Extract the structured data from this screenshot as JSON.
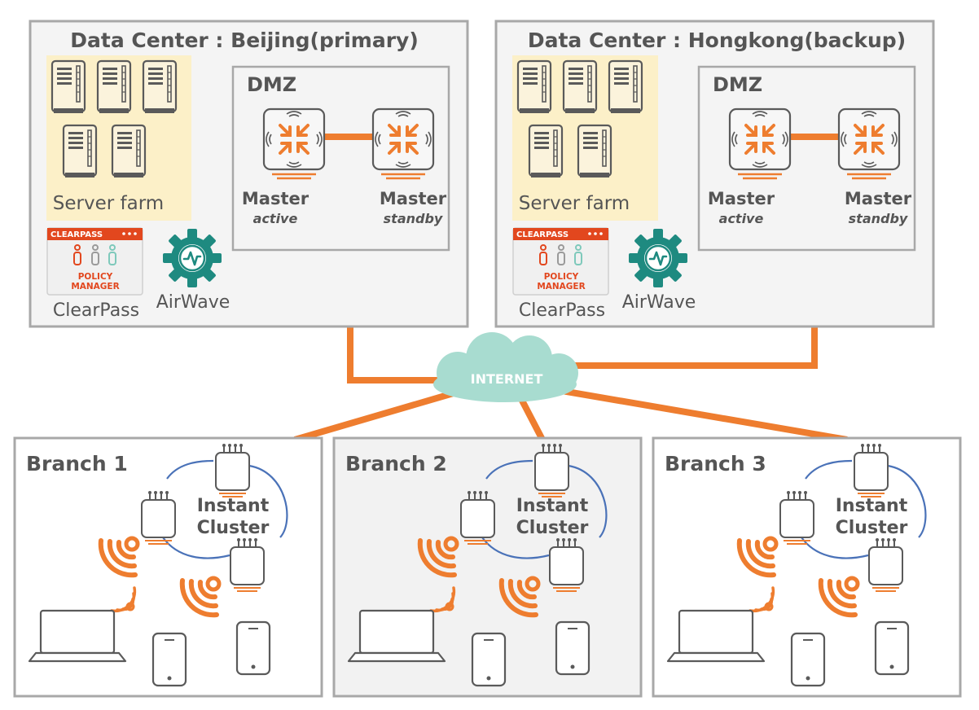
{
  "datacenters": [
    {
      "title": "Data Center : Beijing(primary)",
      "dmz_label": "DMZ",
      "server_farm_label": "Server farm",
      "masters": [
        {
          "label": "Master",
          "role": "active"
        },
        {
          "label": "Master",
          "role": "standby"
        }
      ],
      "clearpass": {
        "header": "CLEARPASS",
        "line1": "POLICY",
        "line2": "MANAGER",
        "caption": "ClearPass"
      },
      "airwave_label": "AirWave"
    },
    {
      "title": "Data Center : Hongkong(backup)",
      "dmz_label": "DMZ",
      "server_farm_label": "Server farm",
      "masters": [
        {
          "label": "Master",
          "role": "active"
        },
        {
          "label": "Master",
          "role": "standby"
        }
      ],
      "clearpass": {
        "header": "CLEARPASS",
        "line1": "POLICY",
        "line2": "MANAGER",
        "caption": "ClearPass"
      },
      "airwave_label": "AirWave"
    }
  ],
  "internet_label": "INTERNET",
  "branches": [
    {
      "title": "Branch 1",
      "cluster_line1": "Instant",
      "cluster_line2": "Cluster"
    },
    {
      "title": "Branch 2",
      "cluster_line1": "Instant",
      "cluster_line2": "Cluster"
    },
    {
      "title": "Branch 3",
      "cluster_line1": "Instant",
      "cluster_line2": "Cluster"
    }
  ],
  "colors": {
    "orange": "#ee7d2f",
    "box_bg": "#f4f4f4",
    "box_border": "#a8a8a8",
    "server_farm_bg": "#fcf0c8",
    "cloud": "#a8dcd0",
    "cluster_link": "#4a72b8",
    "airwave_green": "#1e8a80",
    "clearpass_red": "#e2471e",
    "text": "#555555"
  }
}
